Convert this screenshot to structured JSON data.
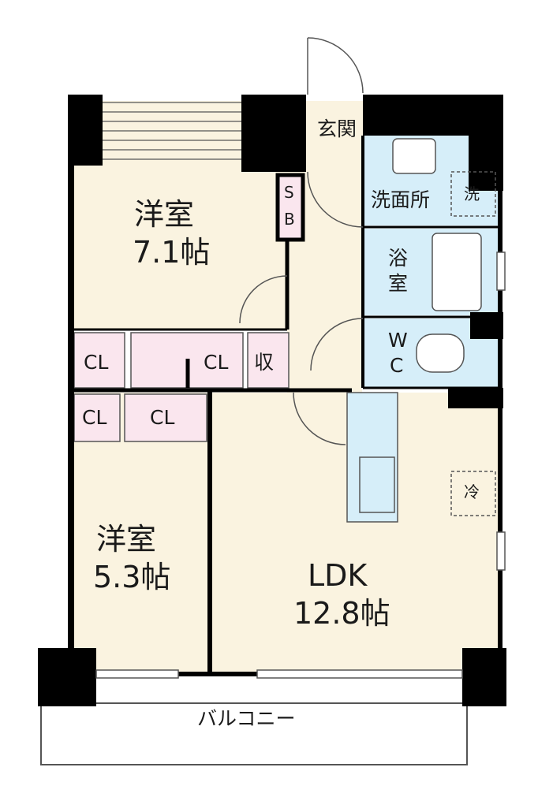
{
  "rooms": {
    "western_room_1": {
      "name": "洋室",
      "size": "7.1帖"
    },
    "western_room_2": {
      "name": "洋室",
      "size": "5.3帖"
    },
    "ldk": {
      "name": "LDK",
      "size": "12.8帖"
    }
  },
  "labels": {
    "entrance": "玄関",
    "washroom": "洗面所",
    "washer": "洗",
    "bath_top": "浴",
    "bath_bottom": "室",
    "wc_top": "W",
    "wc_bottom": "C",
    "sb_top": "S",
    "sb_bottom": "B",
    "closet": "CL",
    "storage": "収",
    "fridge": "冷",
    "balcony": "バルコニー"
  },
  "colors": {
    "room_fill": "#faf3e0",
    "closet_fill": "#fae6ee",
    "wet_fill": "#d6eef9",
    "wall": "#000000",
    "line": "#555555"
  }
}
